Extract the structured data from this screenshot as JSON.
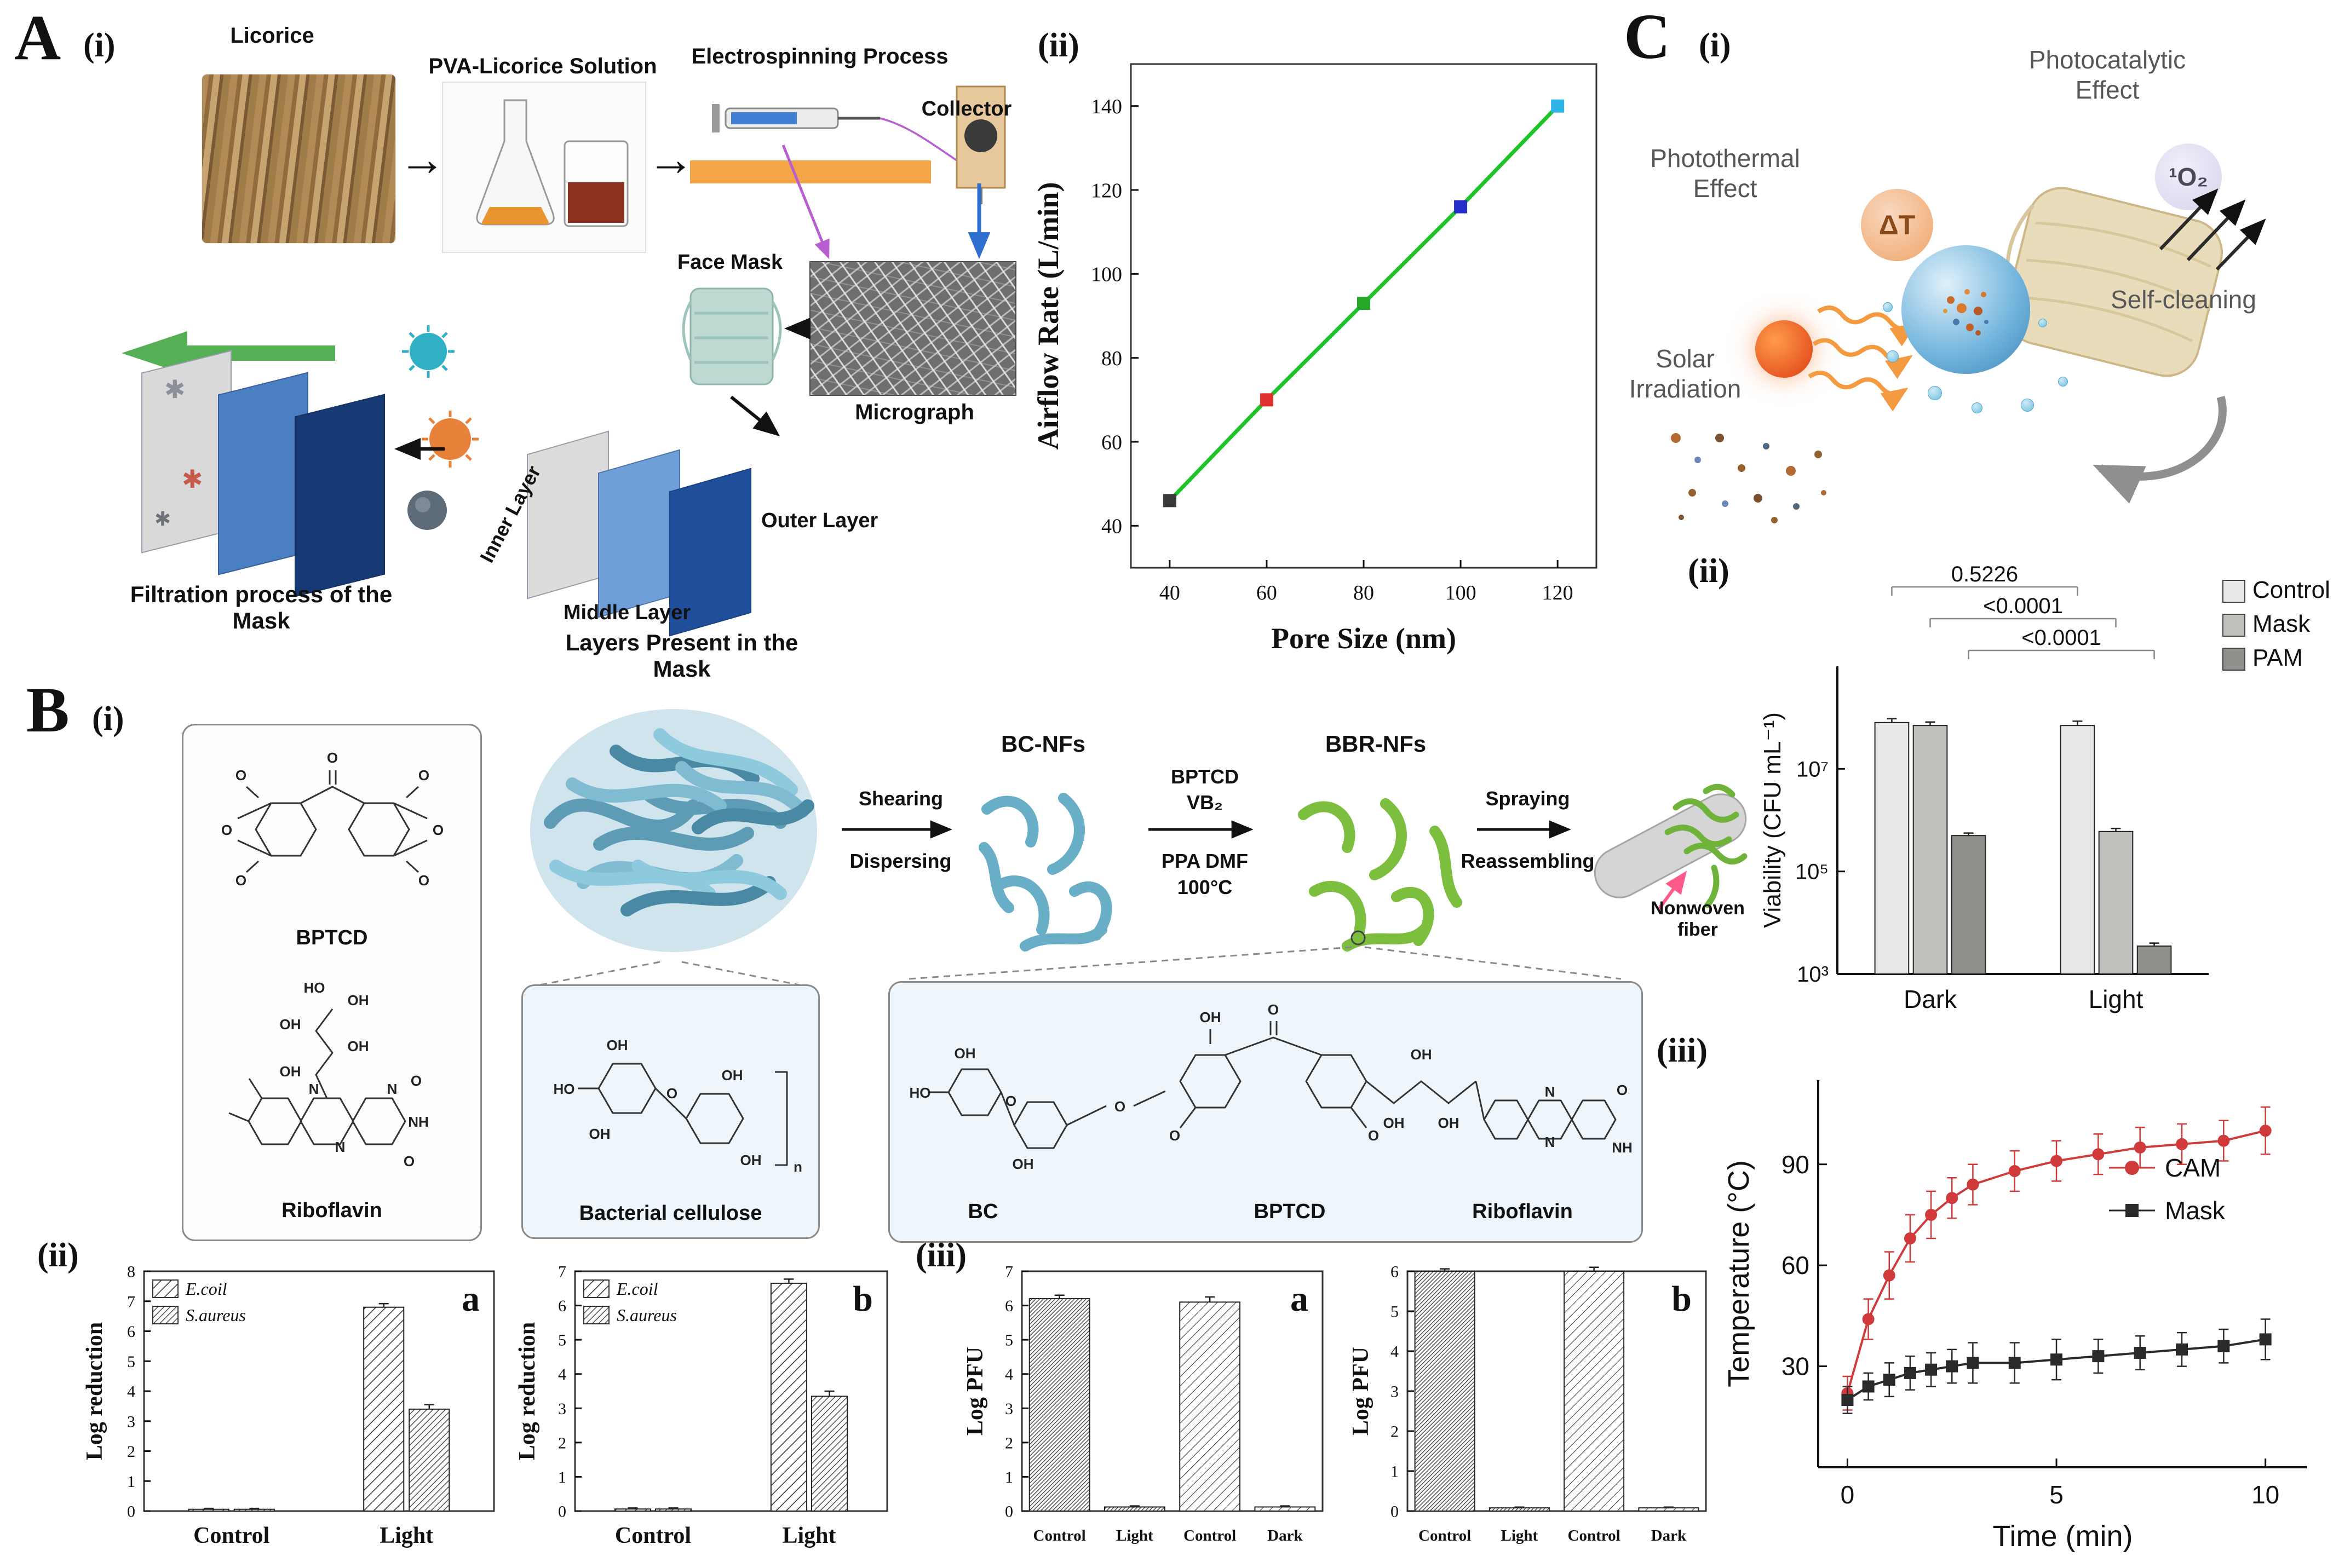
{
  "panel_labels": {
    "A": "A",
    "A_i": "(i)",
    "A_ii": "(ii)",
    "B": "B",
    "B_i": "(i)",
    "B_ii": "(ii)",
    "B_iii": "(iii)",
    "C": "C",
    "C_i": "(i)",
    "C_ii": "(ii)",
    "C_iii": "(iii)"
  },
  "panelA": {
    "licorice": "Licorice",
    "pva": "PVA-Licorice Solution",
    "electrospinning": "Electrospinning Process",
    "collector": "Collector",
    "face_mask": "Face Mask",
    "micrograph": "Micrograph",
    "inner_layer": "Inner Layer",
    "middle_layer": "Middle Layer",
    "outer_layer": "Outer Layer",
    "layers_caption": "Layers Present in the Mask",
    "filtration_caption": "Filtration process of the Mask"
  },
  "panelB": {
    "bptcd": "BPTCD",
    "riboflavin": "Riboflavin",
    "bacterial_cellulose": "Bacterial cellulose",
    "shearing": "Shearing",
    "dispersing": "Dispersing",
    "bc_nfs": "BC-NFs",
    "bbr_nfs": "BBR-NFs",
    "step2_top": "BPTCD",
    "step2_top2": "VB₂",
    "step2_bot": "PPA DMF",
    "step2_bot2": "100°C",
    "spraying": "Spraying",
    "reassembling": "Reassembling",
    "nonwoven_1": "Nonwoven",
    "nonwoven_2": "fiber",
    "bc": "BC",
    "bptcd_2": "BPTCD",
    "riboflavin_2": "Riboflavin",
    "atom_o": "O",
    "atom_oh": "OH",
    "atom_ho": "HO",
    "atom_n": "N",
    "atom_nh": "NH",
    "sub_n": "n"
  },
  "panelC": {
    "photothermal_1": "Photothermal",
    "photothermal_2": "Effect",
    "photocatalytic_1": "Photocatalytic",
    "photocatalytic_2": "Effect",
    "delta_t": "ΔT",
    "singlet_oxygen": "¹O₂",
    "solar_1": "Solar",
    "solar_2": "Irradiation",
    "self_cleaning": "Self-cleaning"
  },
  "chart_data": [
    {
      "id": "airflow",
      "type": "line",
      "xlabel": "Pore Size (nm)",
      "ylabel": "Airflow Rate (L/min)",
      "xlim": [
        32,
        128
      ],
      "ylim": [
        30,
        150
      ],
      "xticks": [
        40,
        60,
        80,
        100,
        120
      ],
      "yticks": [
        40,
        60,
        80,
        100,
        120,
        140
      ],
      "series": [
        {
          "name": "Airflow rate",
          "line_color": "#1dc427",
          "x": [
            40,
            60,
            80,
            100,
            120
          ],
          "y": [
            46,
            70,
            93,
            116,
            140
          ],
          "marker_colors": [
            "#3a3a3a",
            "#e03030",
            "#28a828",
            "#2630c8",
            "#2db5e8"
          ]
        }
      ]
    },
    {
      "id": "logred-a",
      "type": "bar",
      "letter": "a",
      "ylabel": "Log reduction",
      "ylim": [
        0,
        8
      ],
      "yticks": [
        0,
        1,
        2,
        3,
        4,
        5,
        6,
        7,
        8
      ],
      "groups": [
        "Control",
        "Light"
      ],
      "legend": true,
      "series": [
        {
          "name": "E.coil",
          "pattern": "diagA",
          "values": [
            0.06,
            6.8
          ],
          "errors": [
            0.03,
            0.12
          ]
        },
        {
          "name": "S.aureus",
          "pattern": "diagB",
          "values": [
            0.06,
            3.4
          ],
          "errors": [
            0.03,
            0.15
          ]
        }
      ]
    },
    {
      "id": "logred-b",
      "type": "bar",
      "letter": "b",
      "ylabel": "Log reduction",
      "ylim": [
        0,
        7
      ],
      "yticks": [
        0,
        1,
        2,
        3,
        4,
        5,
        6,
        7
      ],
      "groups": [
        "Control",
        "Light"
      ],
      "legend": true,
      "series": [
        {
          "name": "E.coil",
          "pattern": "diagA",
          "values": [
            0.06,
            6.65
          ],
          "errors": [
            0.03,
            0.12
          ]
        },
        {
          "name": "S.aureus",
          "pattern": "diagB",
          "values": [
            0.06,
            3.35
          ],
          "errors": [
            0.03,
            0.15
          ]
        }
      ]
    },
    {
      "id": "pfu-a",
      "type": "bar",
      "letter": "a",
      "ylabel": "Log PFU",
      "ylim": [
        0,
        7
      ],
      "yticks": [
        0,
        1,
        2,
        3,
        4,
        5,
        6,
        7
      ],
      "categories": [
        "Control",
        "Light",
        "Control",
        "Dark"
      ],
      "values": [
        6.2,
        0.12,
        6.1,
        0.12
      ],
      "errors": [
        0.1,
        0.03,
        0.15,
        0.03
      ],
      "patterns": [
        "fine",
        "fine",
        "sparse",
        "sparse"
      ]
    },
    {
      "id": "pfu-b",
      "type": "bar",
      "letter": "b",
      "ylabel": "Log PFU",
      "ylim": [
        0,
        6
      ],
      "yticks": [
        0,
        1,
        2,
        3,
        4,
        5,
        6
      ],
      "categories": [
        "Control",
        "Light",
        "Control",
        "Dark"
      ],
      "values": [
        6.0,
        0.08,
        6.0,
        0.08
      ],
      "errors": [
        0.06,
        0.02,
        0.1,
        0.02
      ],
      "patterns": [
        "fine",
        "fine",
        "sparse",
        "sparse"
      ]
    },
    {
      "id": "viability",
      "type": "bar",
      "yscale": "log",
      "ylabel": "Viability (CFU mL⁻¹)",
      "log_min": 3,
      "log_max": 9,
      "yticks": [
        3,
        5,
        7
      ],
      "ytick_labels": [
        "10³",
        "10⁵",
        "10⁷"
      ],
      "groups": [
        "Dark",
        "Light"
      ],
      "legend": true,
      "series": [
        {
          "name": "Control",
          "color": "#e8e8e6",
          "values": [
            80000000,
            70000000
          ],
          "errors": [
            15000000,
            15000000
          ]
        },
        {
          "name": "Mask",
          "color": "#c0c0bd",
          "values": [
            70000000,
            600000
          ],
          "errors": [
            12000000,
            90000
          ]
        },
        {
          "name": "PAM",
          "color": "#8f8f8c",
          "values": [
            500000,
            3500
          ],
          "errors": [
            60000,
            500
          ]
        }
      ],
      "annotations": [
        {
          "text": "0.5226",
          "from": [
            0,
            0
          ],
          "to": [
            1,
            0
          ]
        },
        {
          "text": "<0.0001",
          "from": [
            0,
            1
          ],
          "to": [
            1,
            1
          ]
        },
        {
          "text": "<0.0001",
          "from": [
            0,
            2
          ],
          "to": [
            1,
            2
          ]
        }
      ]
    },
    {
      "id": "temperature",
      "type": "line",
      "legend": true,
      "xlabel": "Time (min)",
      "ylabel": "Temperature (°C)",
      "xlim": [
        -0.7,
        11
      ],
      "ylim": [
        0,
        115
      ],
      "xticks": [
        0,
        5,
        10
      ],
      "yticks": [
        30,
        60,
        90
      ],
      "series": [
        {
          "name": "CAM",
          "line_color": "#d03a3a",
          "marker": "circle",
          "x": [
            0,
            0.5,
            1,
            1.5,
            2,
            2.5,
            3,
            4,
            5,
            6,
            7,
            8,
            9,
            10
          ],
          "y": [
            22,
            44,
            57,
            68,
            75,
            80,
            84,
            88,
            91,
            93,
            95,
            96,
            97,
            100
          ],
          "errors": [
            5,
            6,
            7,
            7,
            7,
            6,
            6,
            6,
            6,
            6,
            6,
            6,
            6,
            7
          ]
        },
        {
          "name": "Mask",
          "line_color": "#2a2a2a",
          "marker": "square",
          "x": [
            0,
            0.5,
            1,
            1.5,
            2,
            2.5,
            3,
            4,
            5,
            6,
            7,
            8,
            9,
            10
          ],
          "y": [
            20,
            24,
            26,
            28,
            29,
            30,
            31,
            31,
            32,
            33,
            34,
            35,
            36,
            38
          ],
          "errors": [
            4,
            4,
            5,
            5,
            5,
            5,
            6,
            6,
            6,
            5,
            5,
            5,
            5,
            6
          ]
        }
      ]
    }
  ]
}
